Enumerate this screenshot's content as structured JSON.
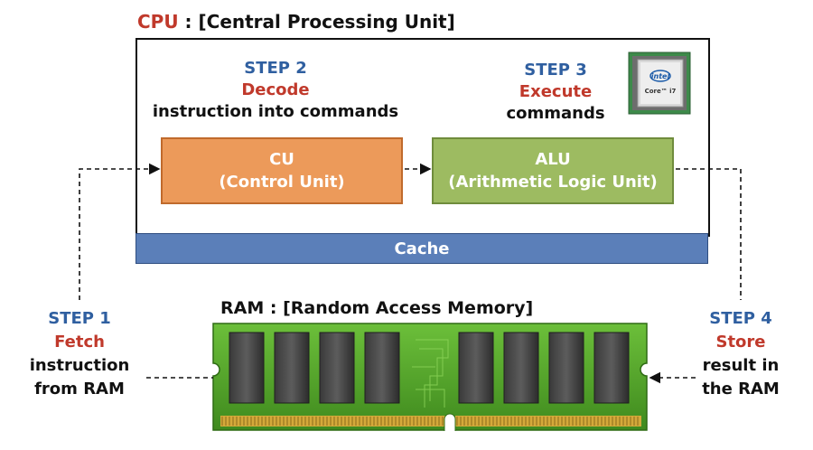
{
  "cpu": {
    "abbr": "CPU",
    "rest": " : [Central Processing Unit]"
  },
  "cache": {
    "label": "Cache"
  },
  "step2": {
    "num": "STEP 2",
    "action": "Decode",
    "desc": "instruction into commands"
  },
  "step3": {
    "num": "STEP 3",
    "action": "Execute",
    "desc": "commands"
  },
  "cu": {
    "name": "CU",
    "full": "(Control Unit)"
  },
  "alu": {
    "name": "ALU",
    "full": "(Arithmetic Logic Unit)"
  },
  "ram": {
    "title": "RAM : [Random Access Memory]"
  },
  "step1": {
    "num": "STEP 1",
    "action": "Fetch",
    "desc1": "instruction",
    "desc2": "from RAM"
  },
  "step4": {
    "num": "STEP 4",
    "action": "Store",
    "desc1": "result in",
    "desc2": "the RAM"
  },
  "chip": {
    "brand": "intel",
    "model": "Core™ i7"
  },
  "colors": {
    "step_blue": "#2f5fa0",
    "accent_red": "#c0392b",
    "cu_orange": "#ec9a5a",
    "alu_green": "#9dbb61",
    "cache_blue": "#5b7fb9",
    "ram_green": "#5aa02c"
  }
}
